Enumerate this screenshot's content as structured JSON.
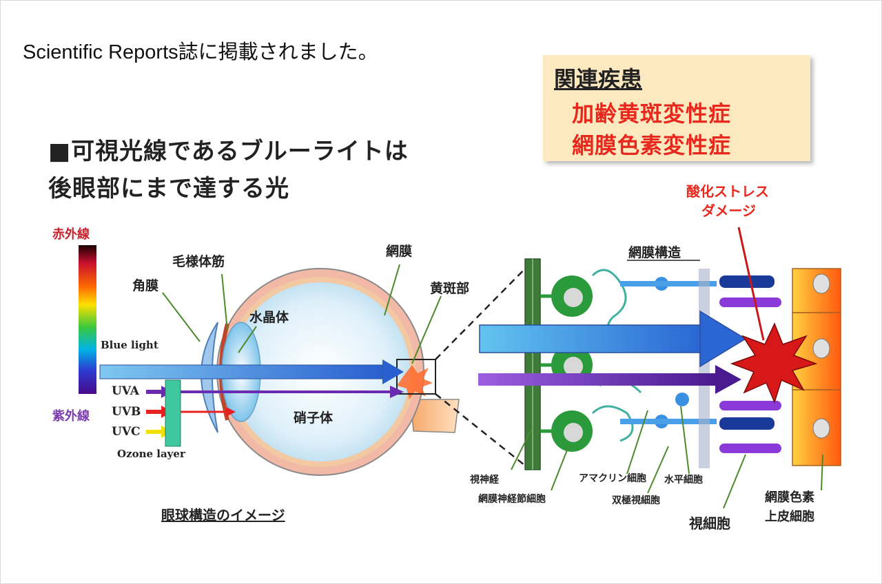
{
  "caption": "Scientific Reports誌に掲載されました。",
  "heading": {
    "line1": "■可視光線であるブルーライトは",
    "line2": "後眼部にまで達する光"
  },
  "related_diseases": {
    "title": "関連疾患",
    "items": [
      "加齢黄斑変性症",
      "網膜色素変性症"
    ]
  },
  "spectrum": {
    "top_label": "赤外線",
    "bottom_label": "紫外線"
  },
  "rays": {
    "blue": "Blue light",
    "uva": "UVA",
    "uvb": "UVB",
    "uvc": "UVC",
    "ozone": "Ozone layer"
  },
  "eye_labels": {
    "cornea": "角膜",
    "ciliary": "毛様体筋",
    "lens": "水晶体",
    "retina": "網膜",
    "macula": "黄斑部",
    "vitreous": "硝子体",
    "caption": "眼球構造のイメージ"
  },
  "retina_labels": {
    "title": "網膜構造",
    "damage_line1": "酸化ストレス",
    "damage_line2": "ダメージ",
    "optic_nerve": "視神経",
    "ganglion": "網膜神経節細胞",
    "amacrine": "アマクリン細胞",
    "horizontal": "水平細胞",
    "bipolar": "双極視細胞",
    "photoreceptor": "視細胞",
    "rpe_line1": "網膜色素",
    "rpe_line2": "上皮細胞"
  },
  "colors": {
    "accent_red": "#e8281c",
    "box_bg": "#fde9bf",
    "blue_arrow": "#3a78d8",
    "violet_arrow": "#6a2bb0"
  }
}
